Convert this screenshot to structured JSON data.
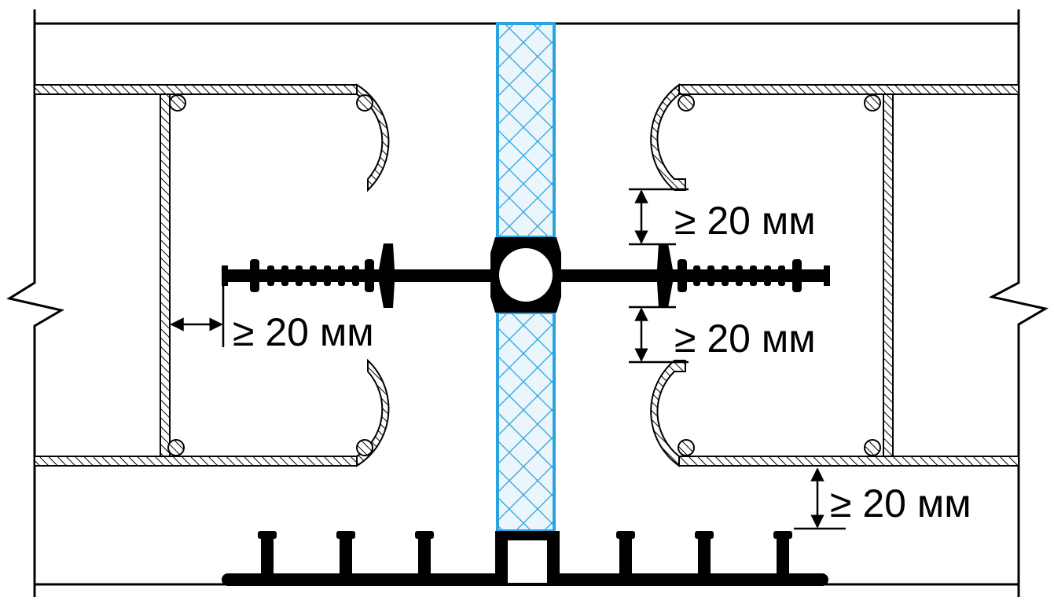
{
  "diagram": {
    "labels": {
      "left_gap": "≥ 20 мм",
      "right_upper_gap": "≥ 20 мм",
      "right_lower_gap": "≥ 20 мм",
      "bottom_gap": "≥ 20 мм"
    },
    "colors": {
      "line": "#000000",
      "filler_border": "#2aa3df",
      "filler_fill": "#eaf6fc",
      "background": "#ffffff"
    }
  }
}
